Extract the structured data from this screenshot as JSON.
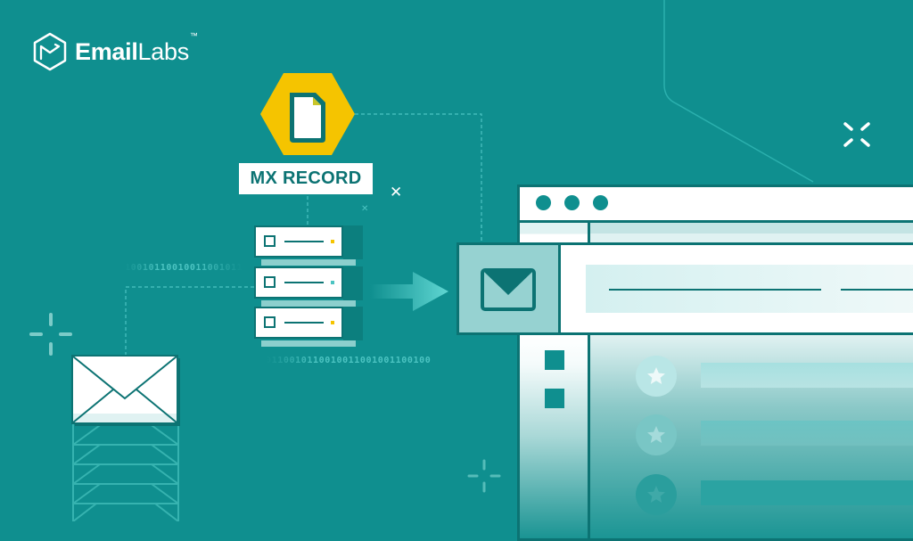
{
  "brand": {
    "name_bold": "Email",
    "name_light": "Labs",
    "trademark": "™"
  },
  "diagram": {
    "mx_label": "MX RECORD",
    "binary_top": "10010110010011001011",
    "binary_bottom": "0110010110010011001001100100",
    "servers": [
      {
        "indicator_color": "#f5c400"
      },
      {
        "indicator_color": "#4cc4c2"
      },
      {
        "indicator_color": "#f5c400"
      }
    ],
    "browser": {
      "window_dots": 3,
      "list_rows": 3
    }
  },
  "colors": {
    "background": "#0f8f8f",
    "dark_teal": "#0c7373",
    "accent_yellow": "#f5c400",
    "light_teal": "#96d2d1",
    "white": "#ffffff"
  }
}
